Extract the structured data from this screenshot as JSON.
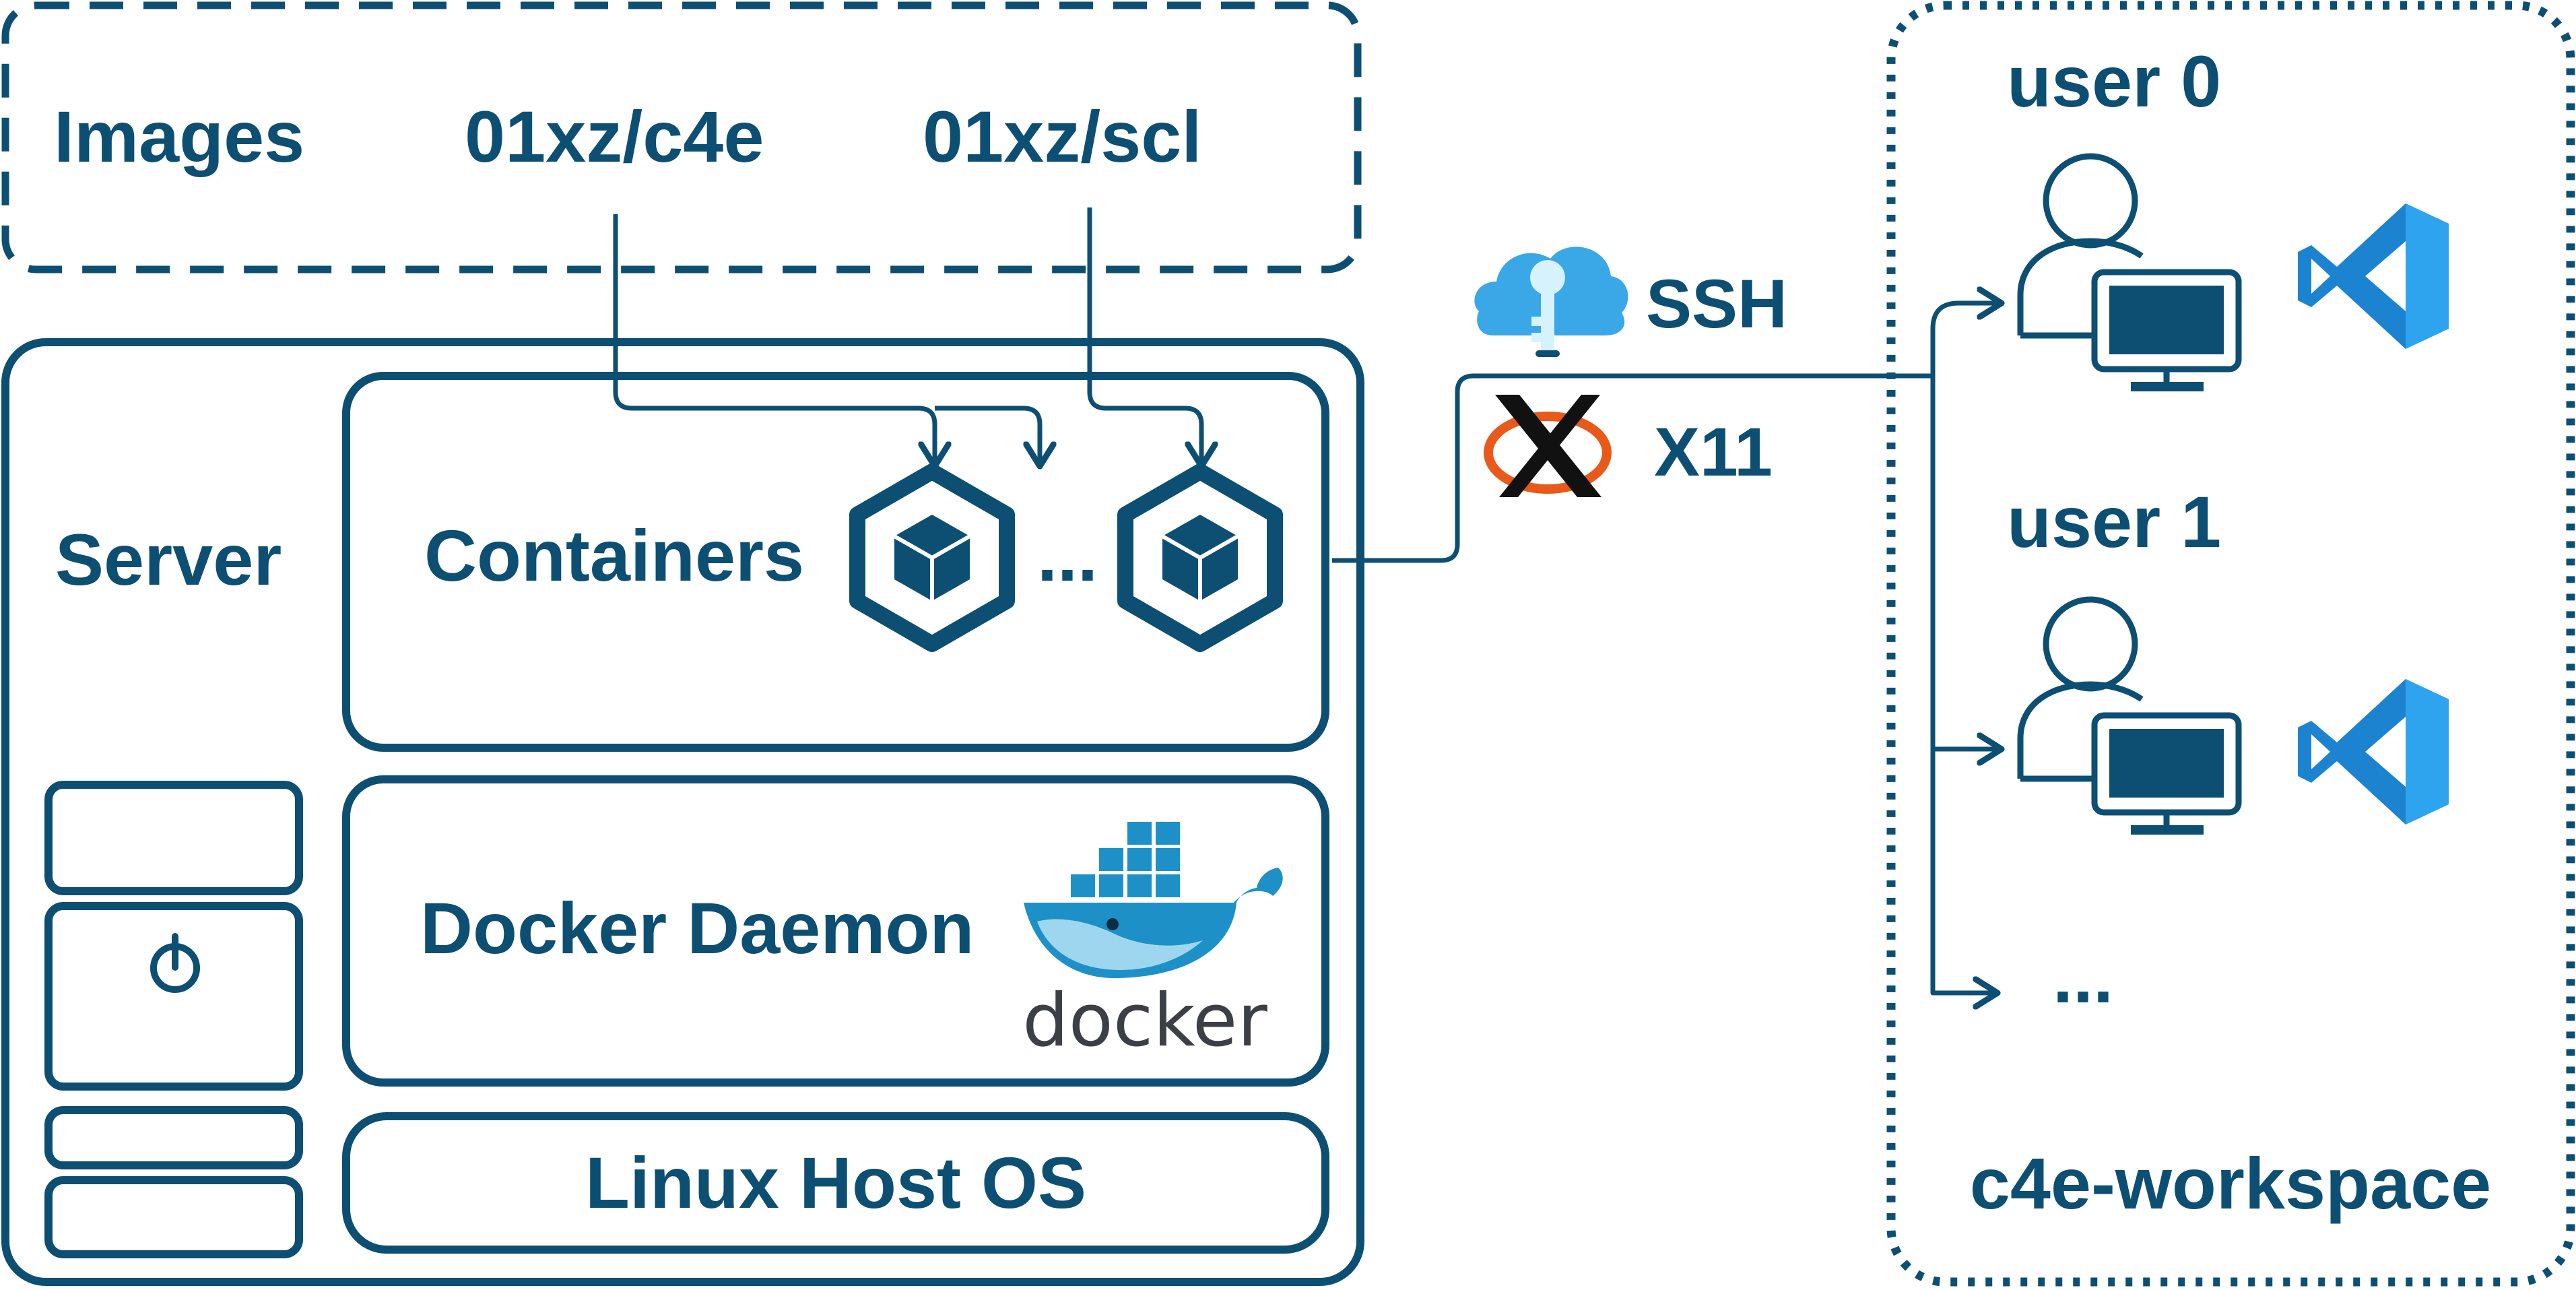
{
  "images": {
    "label": "Images",
    "items": [
      "01xz/c4e",
      "01xz/scl"
    ]
  },
  "server": {
    "label": "Server",
    "containers_label": "Containers",
    "containers_ellipsis": "...",
    "daemon_label": "Docker Daemon",
    "docker_wordmark": "docker",
    "os_label": "Linux Host OS"
  },
  "connections": {
    "ssh": "SSH",
    "x11": "X11"
  },
  "workspace": {
    "label": "c4e-workspace",
    "users": [
      "user 0",
      "user 1"
    ],
    "more": "..."
  },
  "colors": {
    "primary": "#0d4f73",
    "docker_blue": "#1d91c7",
    "vscode_blue": "#1b83d0",
    "ssh_cloud": "#3aa7e6",
    "x11_orange": "#e8591a"
  },
  "icons": [
    "server-tower-icon",
    "power-icon",
    "container-cube-icon",
    "docker-whale-icon",
    "cloud-key-icon",
    "x11-logo-icon",
    "user-computer-icon",
    "vscode-icon"
  ]
}
